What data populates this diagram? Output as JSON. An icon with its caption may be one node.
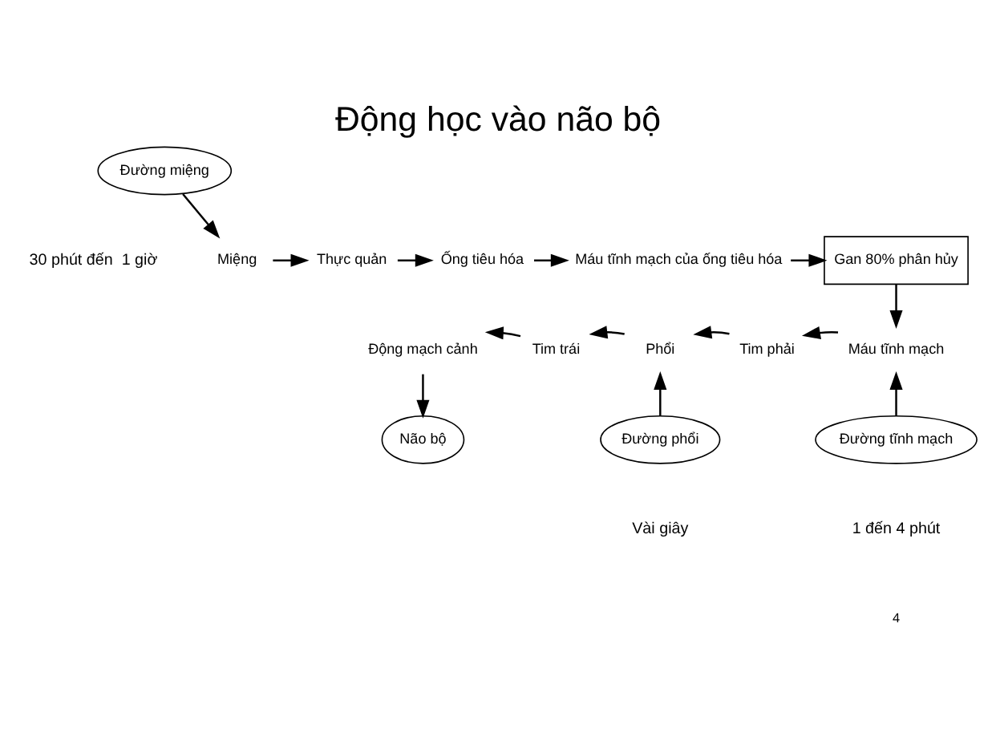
{
  "diagram": {
    "title": "Động học vào não bộ",
    "nodes": [
      {
        "text": [
          "Đường miệng"
        ],
        "beside": [
          "30 phút đến  1 giờ"
        ]
      },
      {
        "text": [
          "Miệng"
        ]
      },
      {
        "text": [
          "Thực quản"
        ]
      },
      {
        "text": [
          "Ống tiêu hóa"
        ]
      },
      {
        "text": [
          "Máu tĩnh mạch của ống tiêu hóa"
        ]
      },
      {
        "text": [
          "Gan 80% phân hủy"
        ]
      },
      {
        "text": [
          "Máu tĩnh mạch"
        ]
      },
      {
        "text": [
          "Tim phải"
        ]
      },
      {
        "text": [
          "Phổi"
        ]
      },
      {
        "text": [
          "Tim trái"
        ]
      },
      {
        "text": [
          "Động mạch cảnh"
        ]
      },
      {
        "text": [
          "Não bộ"
        ]
      },
      {
        "text": [
          "Đường phổi"
        ],
        "beside": [
          "Vài giây"
        ]
      },
      {
        "text": [
          "Đường tĩnh mạch"
        ],
        "beside": [
          "1 đến 4 phút"
        ]
      }
    ],
    "edges": [
      {
        "from": 0,
        "to": 1,
        "arrow": "to"
      },
      {
        "from": 1,
        "to": 2,
        "arrow": "to"
      },
      {
        "from": 2,
        "to": 3,
        "arrow": "to"
      },
      {
        "from": 3,
        "to": 4,
        "arrow": "to"
      },
      {
        "from": 4,
        "to": 5,
        "arrow": "to"
      },
      {
        "from": 5,
        "to": 6,
        "arrow": "to"
      },
      {
        "from": 6,
        "to": 7,
        "arrow": "to"
      },
      {
        "from": 7,
        "to": 8,
        "arrow": "to"
      },
      {
        "from": 8,
        "to": 9,
        "arrow": "to"
      },
      {
        "from": 9,
        "to": 10,
        "arrow": "to"
      },
      {
        "from": 10,
        "to": 11,
        "arrow": "to"
      },
      {
        "from": 12,
        "to": 8,
        "arrow": "to"
      },
      {
        "from": 13,
        "to": 6,
        "arrow": "to"
      }
    ],
    "labels": [
      "4"
    ]
  }
}
